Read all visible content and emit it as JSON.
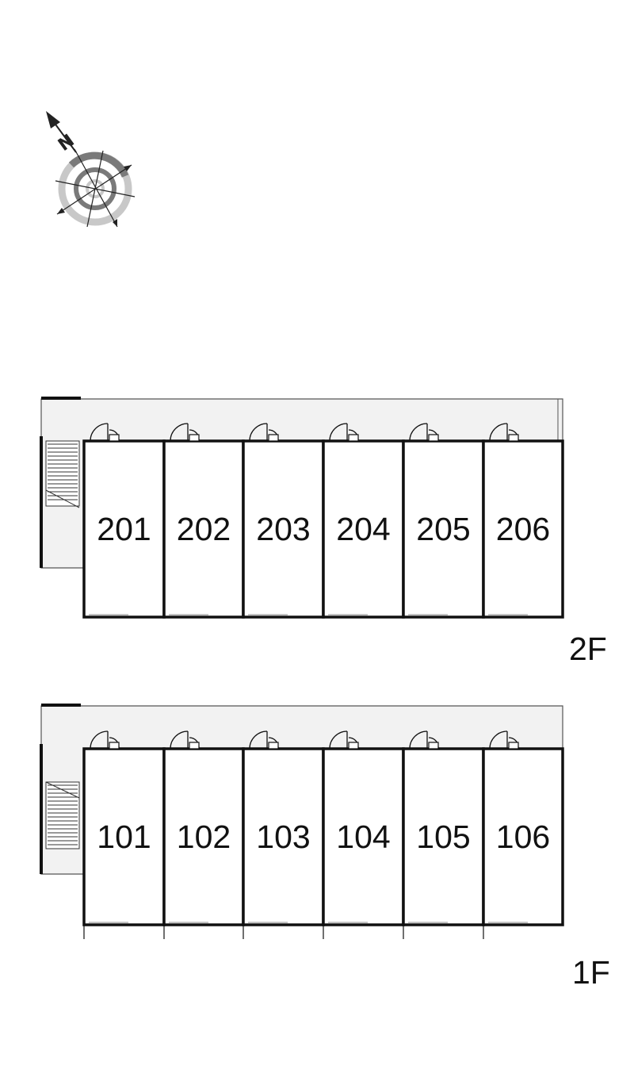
{
  "compass": {
    "north_label": "N",
    "icon": "compass-icon"
  },
  "floors": [
    {
      "label": "2F",
      "units": [
        "201",
        "202",
        "203",
        "204",
        "205",
        "206"
      ]
    },
    {
      "label": "1F",
      "units": [
        "101",
        "102",
        "103",
        "104",
        "105",
        "106"
      ]
    }
  ],
  "colors": {
    "line": "#111111",
    "corridor": "#f2f2f2",
    "ring_dark": "#7a7a7a",
    "ring_light": "#c8c8c8"
  }
}
